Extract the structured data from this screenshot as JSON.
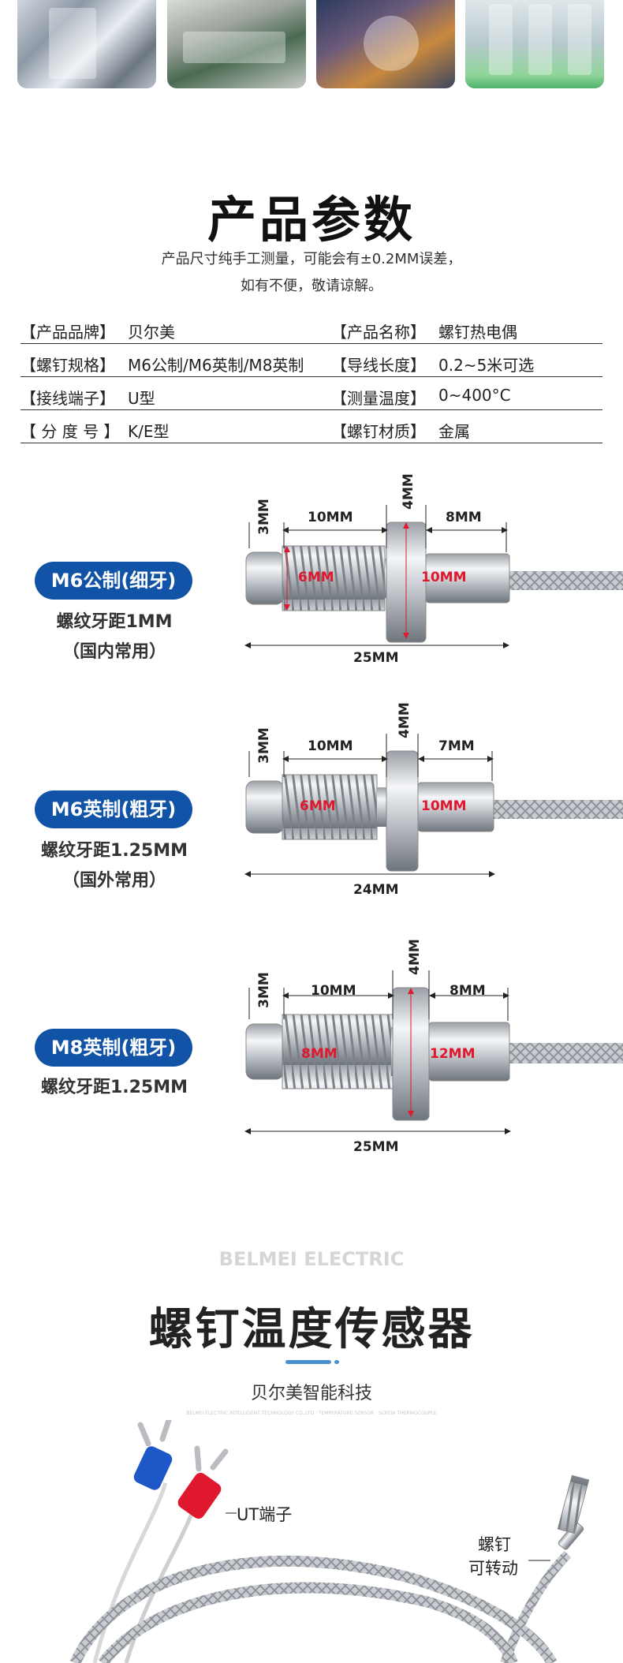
{
  "params": {
    "title": "产品参数",
    "note_line1": "产品尺寸纯手工测量，可能会有±0.2MM误差，",
    "note_line2": "如有不便，敬请谅解。",
    "rows": [
      {
        "k1": "【产品品牌】",
        "v1": "贝尔美",
        "k2": "【产品名称】",
        "v2": "螺钉热电偶"
      },
      {
        "k1": "【螺钉规格】",
        "v1": "M6公制/M6英制/M8英制",
        "k2": "【导线长度】",
        "v2": "0.2~5米可选"
      },
      {
        "k1": "【接线端子】",
        "v1": "U型",
        "k2": "【测量温度】",
        "v2": "0~400°C"
      },
      {
        "k1": "【 分 度 号 】",
        "v1": "K/E型",
        "k2": "【螺钉材质】",
        "v2": "金属"
      }
    ]
  },
  "variants": [
    {
      "name": "M6公制(细牙)",
      "pitch": "螺纹牙距1MM",
      "note": "（国内常用）",
      "head": "3MM",
      "thread_len": "10MM",
      "nut": "4MM",
      "tail": "8MM",
      "thread_d": "6MM",
      "tail_d": "10MM",
      "total": "25MM"
    },
    {
      "name": "M6英制(粗牙)",
      "pitch": "螺纹牙距1.25MM",
      "note": "（国外常用）",
      "head": "3MM",
      "thread_len": "10MM",
      "nut": "4MM",
      "tail": "7MM",
      "thread_d": "6MM",
      "tail_d": "10MM",
      "total": "24MM"
    },
    {
      "name": "M8英制(粗牙)",
      "pitch": "螺纹牙距1.25MM",
      "note": "",
      "head": "3MM",
      "thread_len": "10MM",
      "nut": "4MM",
      "tail": "8MM",
      "thread_d": "8MM",
      "tail_d": "12MM",
      "total": "25MM"
    }
  ],
  "product": {
    "brand_en": "BELMEI ELECTRIC",
    "title": "螺钉温度传感器",
    "company": "贝尔美智能科技",
    "fine_print": "BELMEI ELECTRIC INTELLIGENT TECHNOLOGY CO.,LTD · TEMPERATURE SENSOR · SCREW THERMOCOUPLE",
    "callout_ut": "UT端子",
    "callout_screw_1": "螺钉",
    "callout_screw_2": "可转动"
  },
  "colors": {
    "accent": "#1153a6",
    "dimension_red": "#e0182e",
    "divider_blue": "#4a90d0"
  }
}
